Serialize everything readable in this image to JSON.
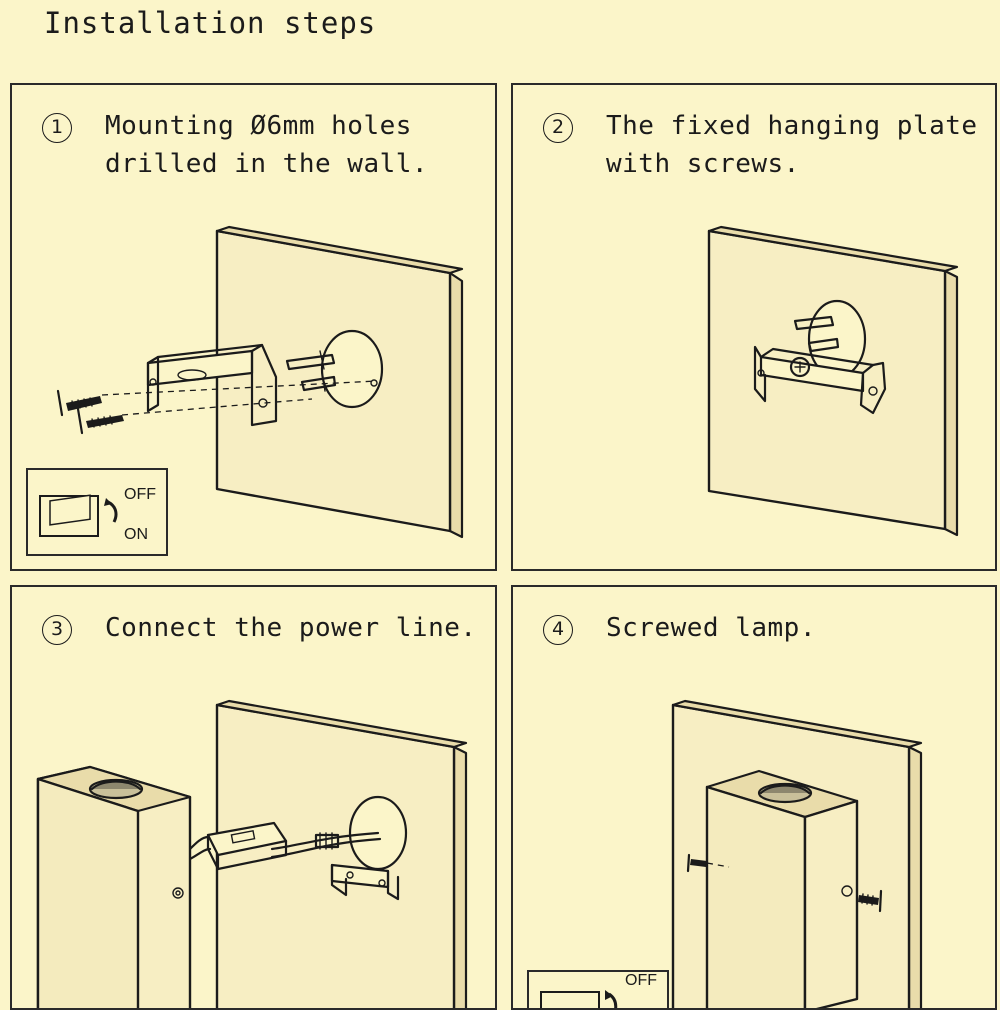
{
  "page": {
    "title": "Installation steps"
  },
  "steps": [
    {
      "number": "1",
      "text": "Mounting Ø6mm holes\ndrilled in the wall.",
      "switch": {
        "off_label": "OFF",
        "on_label": "ON"
      }
    },
    {
      "number": "2",
      "text": "The fixed hanging plate\nwith screws."
    },
    {
      "number": "3",
      "text": "Connect the power line."
    },
    {
      "number": "4",
      "text": "Screwed lamp.",
      "switch": {
        "off_label": "OFF"
      }
    }
  ],
  "colors": {
    "background": "#fbf5c9",
    "ink": "#1b1b1b"
  },
  "icons": [
    "wall-plate",
    "mounting-bracket",
    "screw-icon",
    "anchor-plug",
    "power-switch-icon",
    "lamp-housing",
    "led-driver",
    "terminal-block"
  ]
}
